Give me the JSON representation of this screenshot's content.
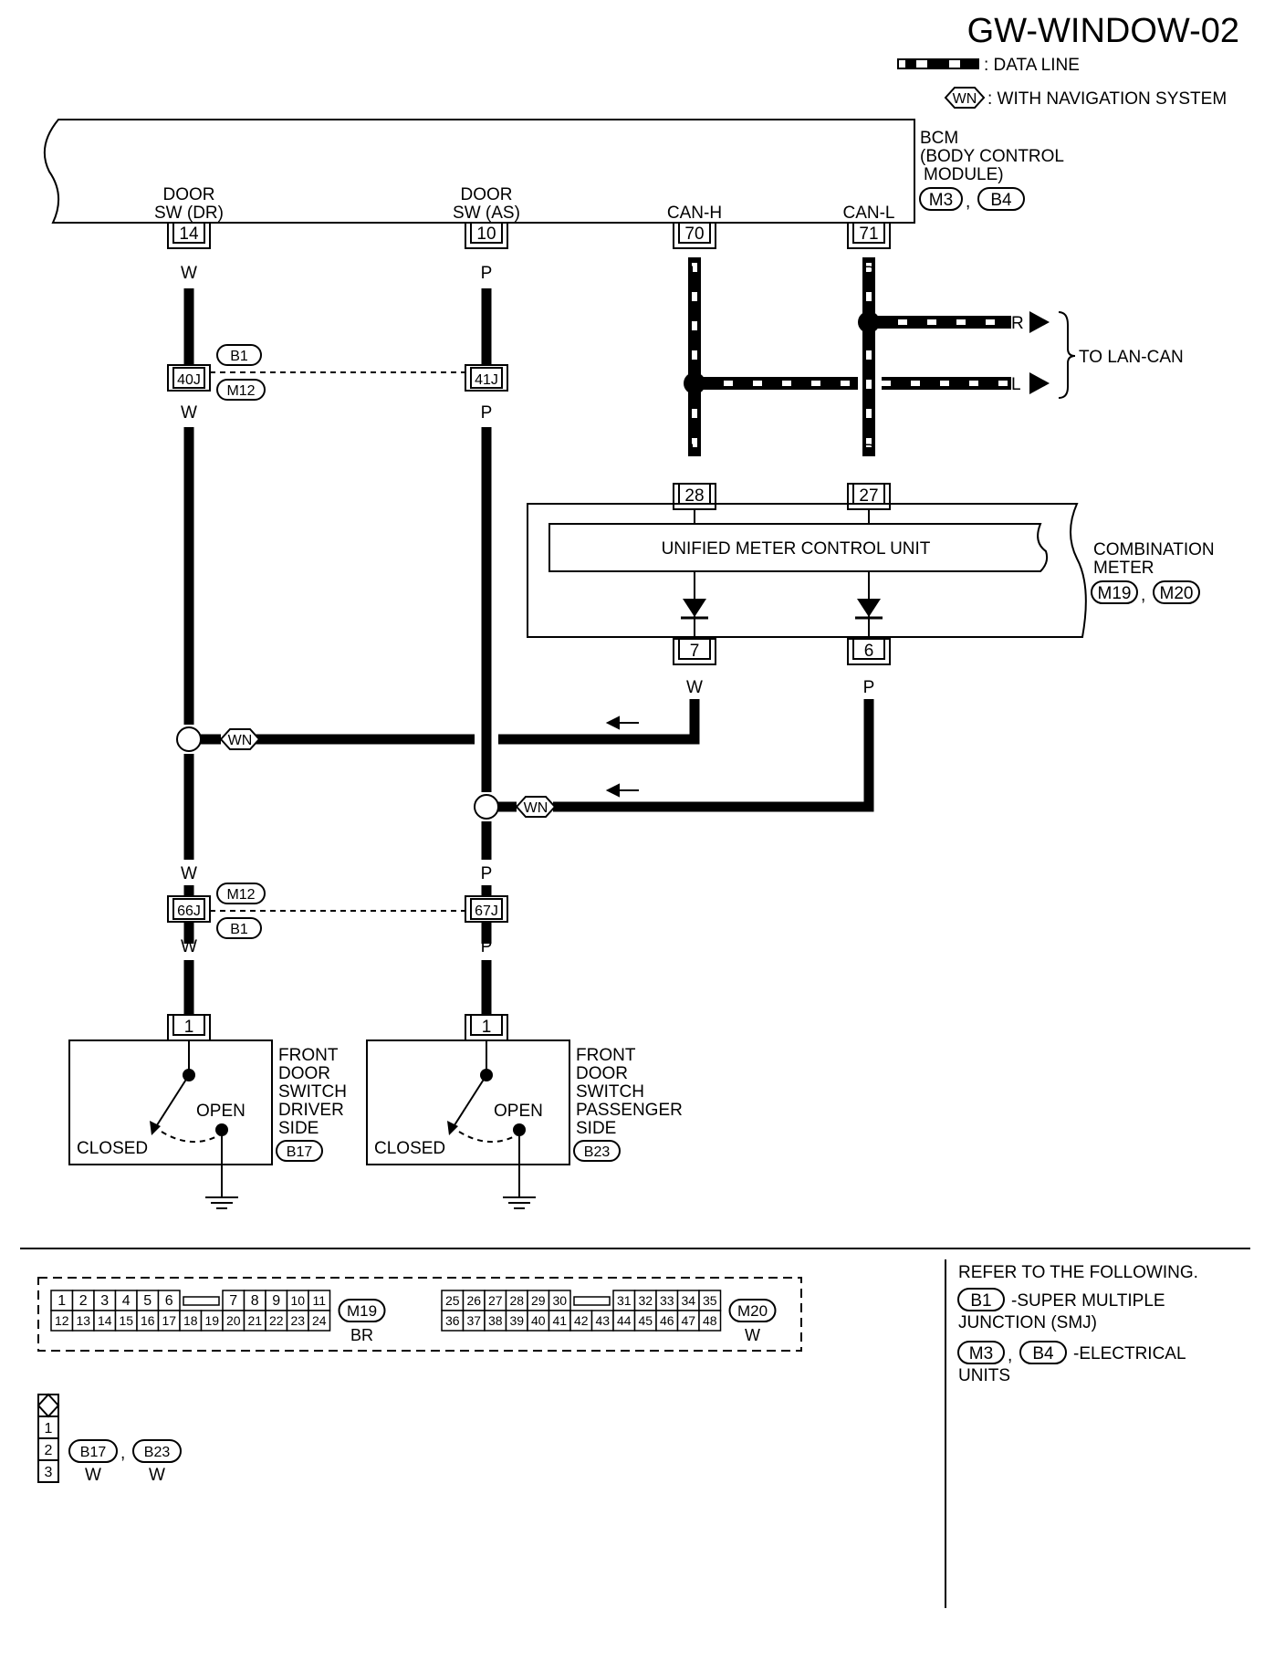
{
  "page_id": "GW-WINDOW-02",
  "legend": {
    "data_line": ": DATA LINE",
    "wn_tag": "WN",
    "wn_text": ": WITH NAVIGATION SYSTEM"
  },
  "bcm": {
    "name_1": "BCM",
    "name_2": "(BODY CONTROL",
    "name_3": "MODULE)",
    "conn_1": "M3",
    "conn_2": "B4",
    "sep": ",",
    "pins": [
      {
        "label_1": "DOOR",
        "label_2": "SW (DR)",
        "num": "14"
      },
      {
        "label_1": "DOOR",
        "label_2": "SW (AS)",
        "num": "10"
      },
      {
        "label_1": "",
        "label_2": "CAN-H",
        "num": "70"
      },
      {
        "label_1": "",
        "label_2": "CAN-L",
        "num": "71"
      }
    ]
  },
  "wire_colors": {
    "w": "W",
    "p": "P",
    "l": "L",
    "r": "R"
  },
  "lan": {
    "r": "R",
    "l": "L",
    "label": "TO LAN-CAN"
  },
  "junction_top": {
    "pin_dr": "40J",
    "pin_as": "41J",
    "conn_a": "B1",
    "conn_b": "M12"
  },
  "junction_bottom": {
    "pin_dr": "66J",
    "pin_as": "67J",
    "conn_a": "M12",
    "conn_b": "B1"
  },
  "meter": {
    "unit": "UNIFIED METER CONTROL UNIT",
    "name_1": "COMBINATION",
    "name_2": "METER",
    "conn_1": "M19",
    "conn_2": "M20",
    "sep": ",",
    "pin_top_l": "28",
    "pin_top_r": "27",
    "pin_bot_l": "7",
    "pin_bot_r": "6"
  },
  "wn": "WN",
  "switch_dr": {
    "pin": "1",
    "open": "OPEN",
    "closed": "CLOSED",
    "name": [
      "FRONT",
      "DOOR",
      "SWITCH",
      "DRIVER",
      "SIDE"
    ],
    "conn": "B17"
  },
  "switch_as": {
    "pin": "1",
    "open": "OPEN",
    "closed": "CLOSED",
    "name": [
      "FRONT",
      "DOOR",
      "SWITCH",
      "PASSENGER",
      "SIDE"
    ],
    "conn": "B23"
  },
  "connectors": {
    "m19": {
      "row1a": [
        "1",
        "2",
        "3",
        "4",
        "5",
        "6"
      ],
      "row1b": [
        "7",
        "8",
        "9",
        "10",
        "11"
      ],
      "row2": [
        "12",
        "13",
        "14",
        "15",
        "16",
        "17",
        "18",
        "19",
        "20",
        "21",
        "22",
        "23",
        "24"
      ],
      "id": "M19",
      "color": "BR"
    },
    "m20": {
      "row1a": [
        "25",
        "26",
        "27",
        "28",
        "29",
        "30"
      ],
      "row1b": [
        "31",
        "32",
        "33",
        "34",
        "35"
      ],
      "row2": [
        "36",
        "37",
        "38",
        "39",
        "40",
        "41",
        "42",
        "43",
        "44",
        "45",
        "46",
        "47",
        "48"
      ],
      "id": "M20",
      "color": "W"
    },
    "small": {
      "pins": [
        "1",
        "2",
        "3"
      ],
      "id_1": "B17",
      "id_2": "B23",
      "sep": ",",
      "color_1": "W",
      "color_2": "W"
    }
  },
  "refer": {
    "heading": "REFER TO THE FOLLOWING.",
    "b1": "B1",
    "b1_text": "-SUPER MULTIPLE",
    "b1_text2": "JUNCTION (SMJ)",
    "m3": "M3",
    "b4": "B4",
    "sep": ",",
    "m3_text": "-ELECTRICAL",
    "m3_text2": "UNITS"
  }
}
